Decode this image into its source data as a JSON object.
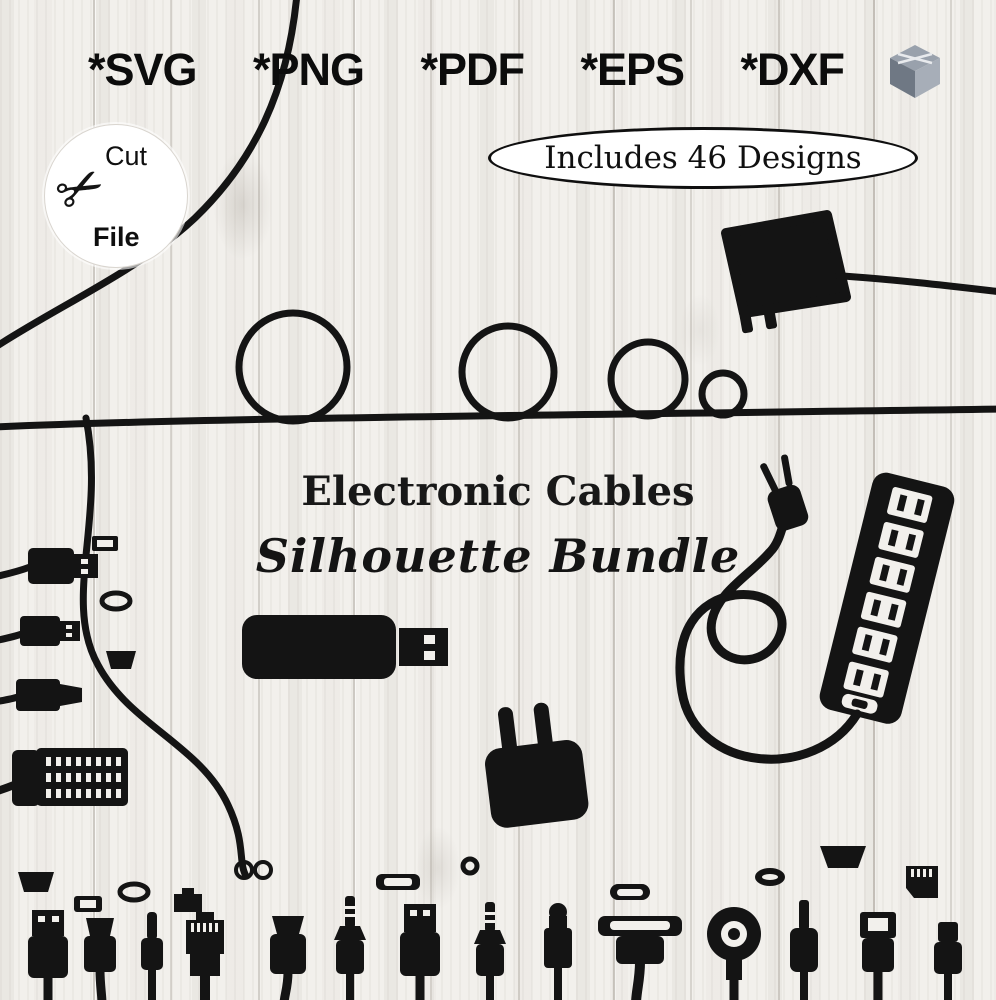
{
  "formats": {
    "items": [
      "*SVG",
      "*PNG",
      "*PDF",
      "*EPS",
      "*DXF"
    ]
  },
  "designs_badge": {
    "label": "Includes 46 Designs"
  },
  "cut_file_badge": {
    "word_top": "Cut",
    "word_bottom": "File",
    "scissors_glyph": "✂"
  },
  "heading": {
    "title": "Electronic Cables",
    "subtitle": "Silhouette Bundle"
  },
  "colors": {
    "silhouette": "#141414",
    "background": "#f2f0ec",
    "plank_line": "#c9c4bc",
    "badge_background": "#ffffff",
    "badge_border": "#0f0f0f",
    "cube_top": "#99a1ac",
    "cube_left": "#6f7884",
    "cube_right": "#a7aeb8"
  },
  "icons": [
    "cube-3d-icon",
    "scissors-icon",
    "cable-squiggle-silhouette",
    "power-adapter-silhouette",
    "usb-flash-drive-silhouette",
    "usb-wall-charger-silhouette",
    "power-strip-silhouette",
    "power-plug-silhouette",
    "usb-a-plug-silhouette",
    "hdmi-plug-silhouette",
    "dvi-connector-silhouette",
    "ethernet-plug-silhouette",
    "mini-usb-plug-silhouette",
    "micro-usb-plug-silhouette",
    "audio-jack-plug-silhouette",
    "optical-toslink-plug-silhouette",
    "dock-30pin-connector-silhouette",
    "round-magsafe-connector-silhouette",
    "lightning-plug-silhouette",
    "mini-displayport-plug-silhouette",
    "barrel-plug-silhouette",
    "usb-c-port-icon",
    "oval-port-icon",
    "rj45-port-icon",
    "hdmi-port-icon",
    "micro-sd-card-silhouette",
    "dock-port-icon",
    "ring-connector-icon",
    "glasses-connector-icon"
  ]
}
